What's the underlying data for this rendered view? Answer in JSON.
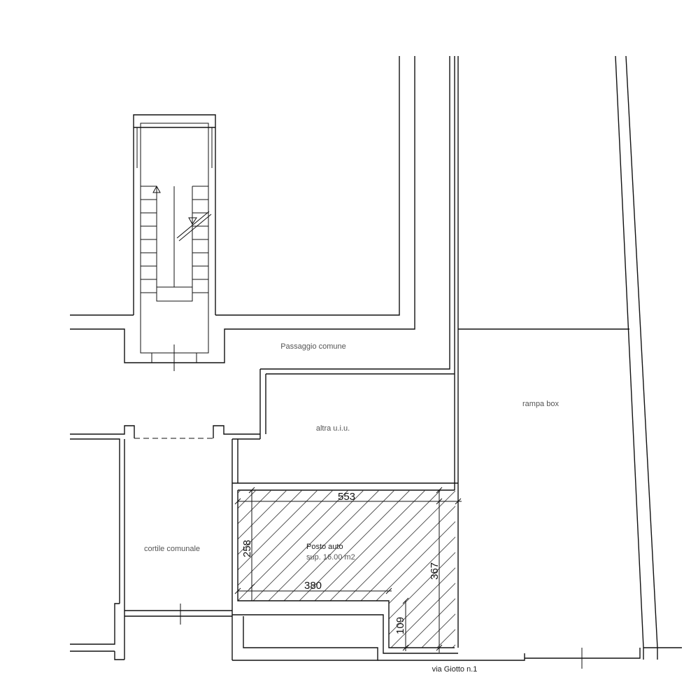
{
  "labels": {
    "passaggio": "Passaggio comune",
    "altra": "altra u.i.u.",
    "rampa": "rampa box",
    "cortile": "cortile comunale",
    "posto_title": "Posto auto",
    "posto_sup": "sup. 16.00 m2",
    "address": "via Giotto n.1"
  },
  "dimensions": {
    "width_total": "553",
    "depth_left": "258",
    "width_inner": "380",
    "depth_right": "367",
    "notch": "109"
  }
}
